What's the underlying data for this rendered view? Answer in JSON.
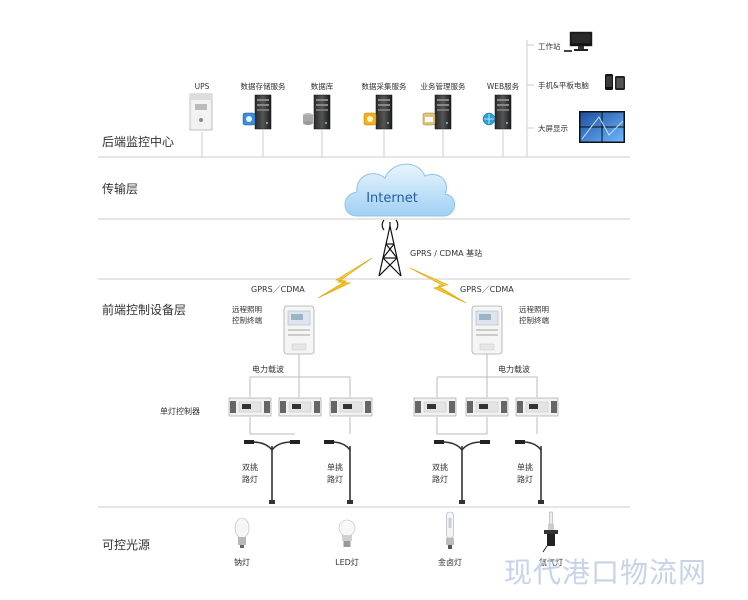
{
  "layers": {
    "backend": "后端监控中心",
    "transport": "传输层",
    "frontend": "前端控制设备层",
    "light_source": "可控光源"
  },
  "backend_servers": [
    "UPS",
    "数据存储服务",
    "数据库",
    "数据采集服务",
    "业务管理服务",
    "WEB服务"
  ],
  "clients": [
    "工作站",
    "手机&平板电脑",
    "大屏显示"
  ],
  "cloud_label": "Internet",
  "base_station": "GPRS / CDMA 基站",
  "gprs_left": "GPRS／CDMA",
  "gprs_right": "GPRS／CDMA",
  "terminal_left": [
    "远程照明",
    "控制终端"
  ],
  "terminal_right": [
    "远程照明",
    "控制终端"
  ],
  "plc_left": "电力载波",
  "plc_right": "电力载波",
  "single_controller": "单灯控制器",
  "lamps": [
    [
      "双挑",
      "路灯"
    ],
    [
      "单挑",
      "路灯"
    ],
    [
      "双挑",
      "路灯"
    ],
    [
      "单挑",
      "路灯"
    ]
  ],
  "bulbs": [
    "钠灯",
    "LED灯",
    "金卤灯",
    "氙气灯"
  ],
  "watermark": "现代港口物流网",
  "colors": {
    "accent_blue": "#2a78c8",
    "bolt_yellow": "#f3c21a",
    "divider": "#cccccc"
  }
}
